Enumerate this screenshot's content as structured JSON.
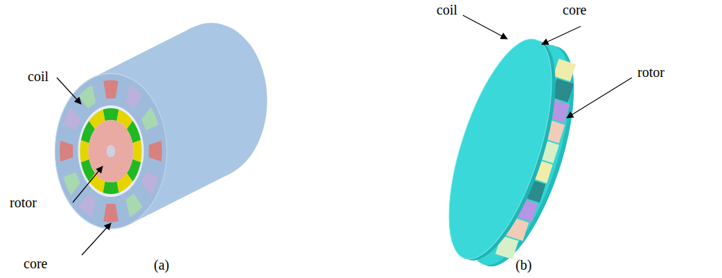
{
  "diagram": {
    "labels": [
      "coil",
      "rotor",
      "core",
      "(a)",
      "coil",
      "core",
      "rotor",
      "(b)"
    ]
  }
}
